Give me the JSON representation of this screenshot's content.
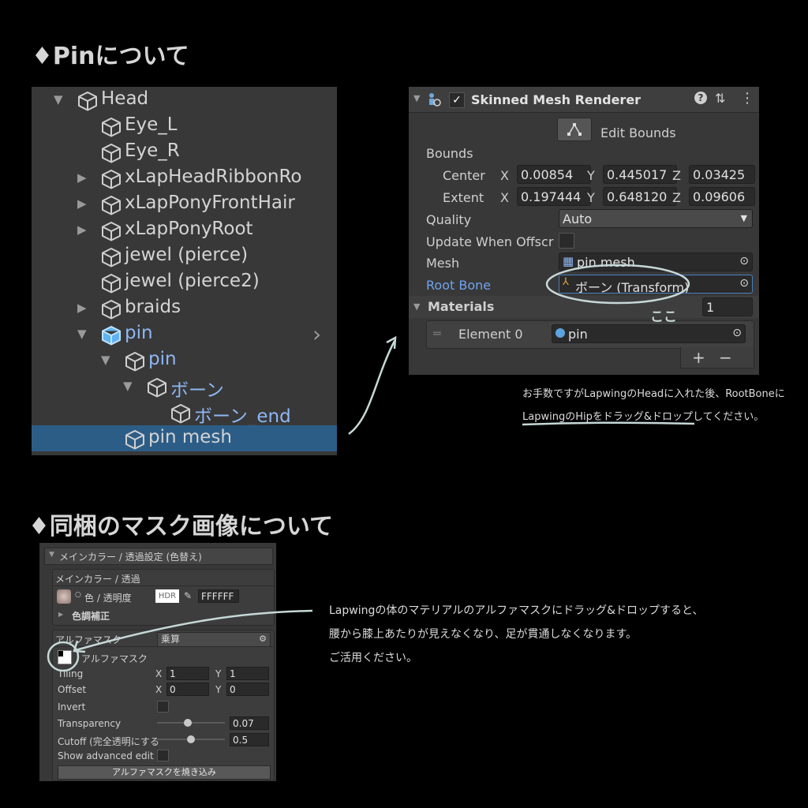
{
  "headings": {
    "pin": "♦Pinについて",
    "mask": "♦同梱のマスク画像について"
  },
  "hierarchy": {
    "items": [
      {
        "label": "Head",
        "arrow": "▼"
      },
      {
        "label": "Eye_L",
        "arrow": ""
      },
      {
        "label": "Eye_R",
        "arrow": ""
      },
      {
        "label": "xLapHeadRibbonRo",
        "arrow": "▶"
      },
      {
        "label": "xLapPonyFrontHair",
        "arrow": "▶"
      },
      {
        "label": "xLapPonyRoot",
        "arrow": "▶"
      },
      {
        "label": "jewel (pierce)",
        "arrow": ""
      },
      {
        "label": "jewel (pierce2)",
        "arrow": ""
      },
      {
        "label": "braids",
        "arrow": "▶"
      },
      {
        "label": "pin",
        "arrow": "▼"
      },
      {
        "label": "pin",
        "arrow": "▼"
      },
      {
        "label": "ボーン",
        "arrow": "▼"
      },
      {
        "label": "ボーン_end",
        "arrow": ""
      },
      {
        "label": "pin mesh",
        "arrow": ""
      }
    ],
    "expand_chevron": "›"
  },
  "inspector": {
    "component_title": "Skinned Mesh Renderer",
    "edit_bounds": "Edit Bounds",
    "bounds_label": "Bounds",
    "center_label": "Center",
    "extent_label": "Extent",
    "axis_x": "X",
    "axis_y": "Y",
    "axis_z": "Z",
    "center": {
      "x": "0.00854",
      "y": "0.445017",
      "z": "0.03425"
    },
    "extent": {
      "x": "0.197444",
      "y": "0.648120",
      "z": "0.09606"
    },
    "quality_label": "Quality",
    "quality_value": "Auto",
    "update_offscreen_label": "Update When Offscr",
    "mesh_label": "Mesh",
    "mesh_value": "pin mesh",
    "root_bone_label": "Root Bone",
    "root_bone_value": "ボーン (Transform)",
    "materials_label": "Materials",
    "materials_count": "1",
    "element_label": "Element 0",
    "element_value": "pin",
    "add": "+",
    "remove": "−",
    "annotation_koko": "ここ"
  },
  "pin_note": {
    "line1": "お手数ですがLapwingのHeadに入れた後、RootBoneに",
    "line2": "LapwingのHipをドラッグ&ドロップしてください。"
  },
  "material": {
    "section_title": "メインカラー / 透過設定 (色替え)",
    "main_color_title": "メインカラー / 透過",
    "color_label": "色 / 透明度",
    "hdr": "HDR",
    "hex": "FFFFFF",
    "color_correction": "色調補正",
    "alpha_mask_title": "アルファマスク",
    "mode_value": "乗算",
    "alpha_mask_label": "アルファマスク",
    "tiling_label": "Tiling",
    "offset_label": "Offset",
    "tiling_x": "1",
    "tiling_y": "1",
    "offset_x": "0",
    "offset_y": "0",
    "invert_label": "Invert",
    "transparency_label": "Transparency",
    "transparency_value": "0.07",
    "transparency_level": 0.07,
    "cutoff_label": "Cutoff (完全透明にする",
    "cutoff_value": "0.5",
    "cutoff_level": 0.5,
    "advanced_label": "Show advanced edit",
    "bake_button": "アルファマスクを焼き込み",
    "axis_x": "X",
    "axis_y": "Y"
  },
  "mask_note": {
    "line1": "Lapwingの体のマテリアルのアルファマスクにドラッグ&ドロップすると、",
    "line2": "腰から膝上あたりが見えなくなり、足が貫通しなくなります。",
    "line3": "ご活用ください。"
  },
  "colors": {
    "background": "#000000",
    "panel": "#383838",
    "selection": "#2c5d87",
    "blue_label": "#8fb7f5",
    "annotation": "#c6d8d6"
  }
}
